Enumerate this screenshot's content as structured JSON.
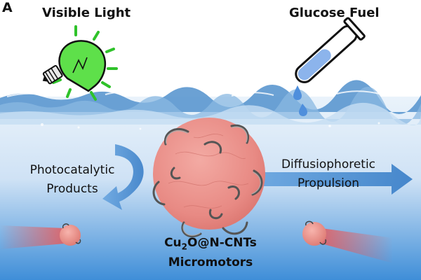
{
  "panel_label": "A",
  "labels": {
    "visible_light": "Visible Light",
    "glucose_fuel": "Glucose Fuel",
    "photocatalytic_line1": "Photocatalytic",
    "photocatalytic_line2": "Products",
    "diffusiophoretic_line1": "Diffusiophoretic",
    "diffusiophoretic_line2": "Propulsion",
    "caption_formula_a": "Cu",
    "caption_formula_sub": "2",
    "caption_formula_b": "O@N-CNTs",
    "caption_line2": "Micromotors"
  },
  "colors": {
    "sphere": "#e88a84",
    "bulb_glass": "#5ee04a",
    "bulb_rays": "#2fc22a",
    "water_top": "#dcebf8",
    "water_deep": "#3f8ed8",
    "arrow": "#4a8ccf",
    "fuel": "#8cb4ec"
  },
  "icons": [
    "light-bulb-icon",
    "test-tube-icon",
    "droplet-icon"
  ]
}
